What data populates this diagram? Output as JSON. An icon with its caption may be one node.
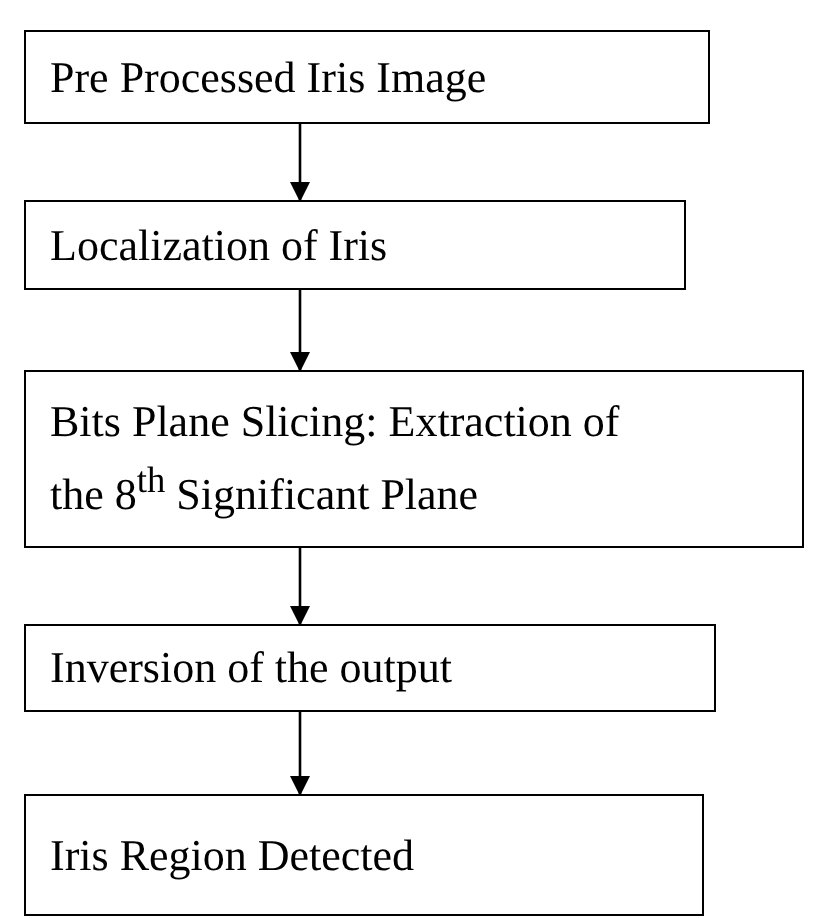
{
  "diagram": {
    "nodes": [
      {
        "text": [
          "Pre Processed Iris Image"
        ]
      },
      {
        "text": [
          "Localization of Iris"
        ]
      },
      {
        "text": [
          "Bits Plane Slicing: Extraction of the 8$^{th}$ Significant Plane"
        ]
      },
      {
        "text": [
          "Inversion of the output"
        ]
      },
      {
        "text": [
          "Iris Region Detected"
        ]
      }
    ],
    "edges": [
      {
        "from": 0,
        "to": 1,
        "arrow": "to"
      },
      {
        "from": 1,
        "to": 2,
        "arrow": "to"
      },
      {
        "from": 2,
        "to": 3,
        "arrow": "to"
      },
      {
        "from": 3,
        "to": 4,
        "arrow": "to"
      }
    ]
  }
}
